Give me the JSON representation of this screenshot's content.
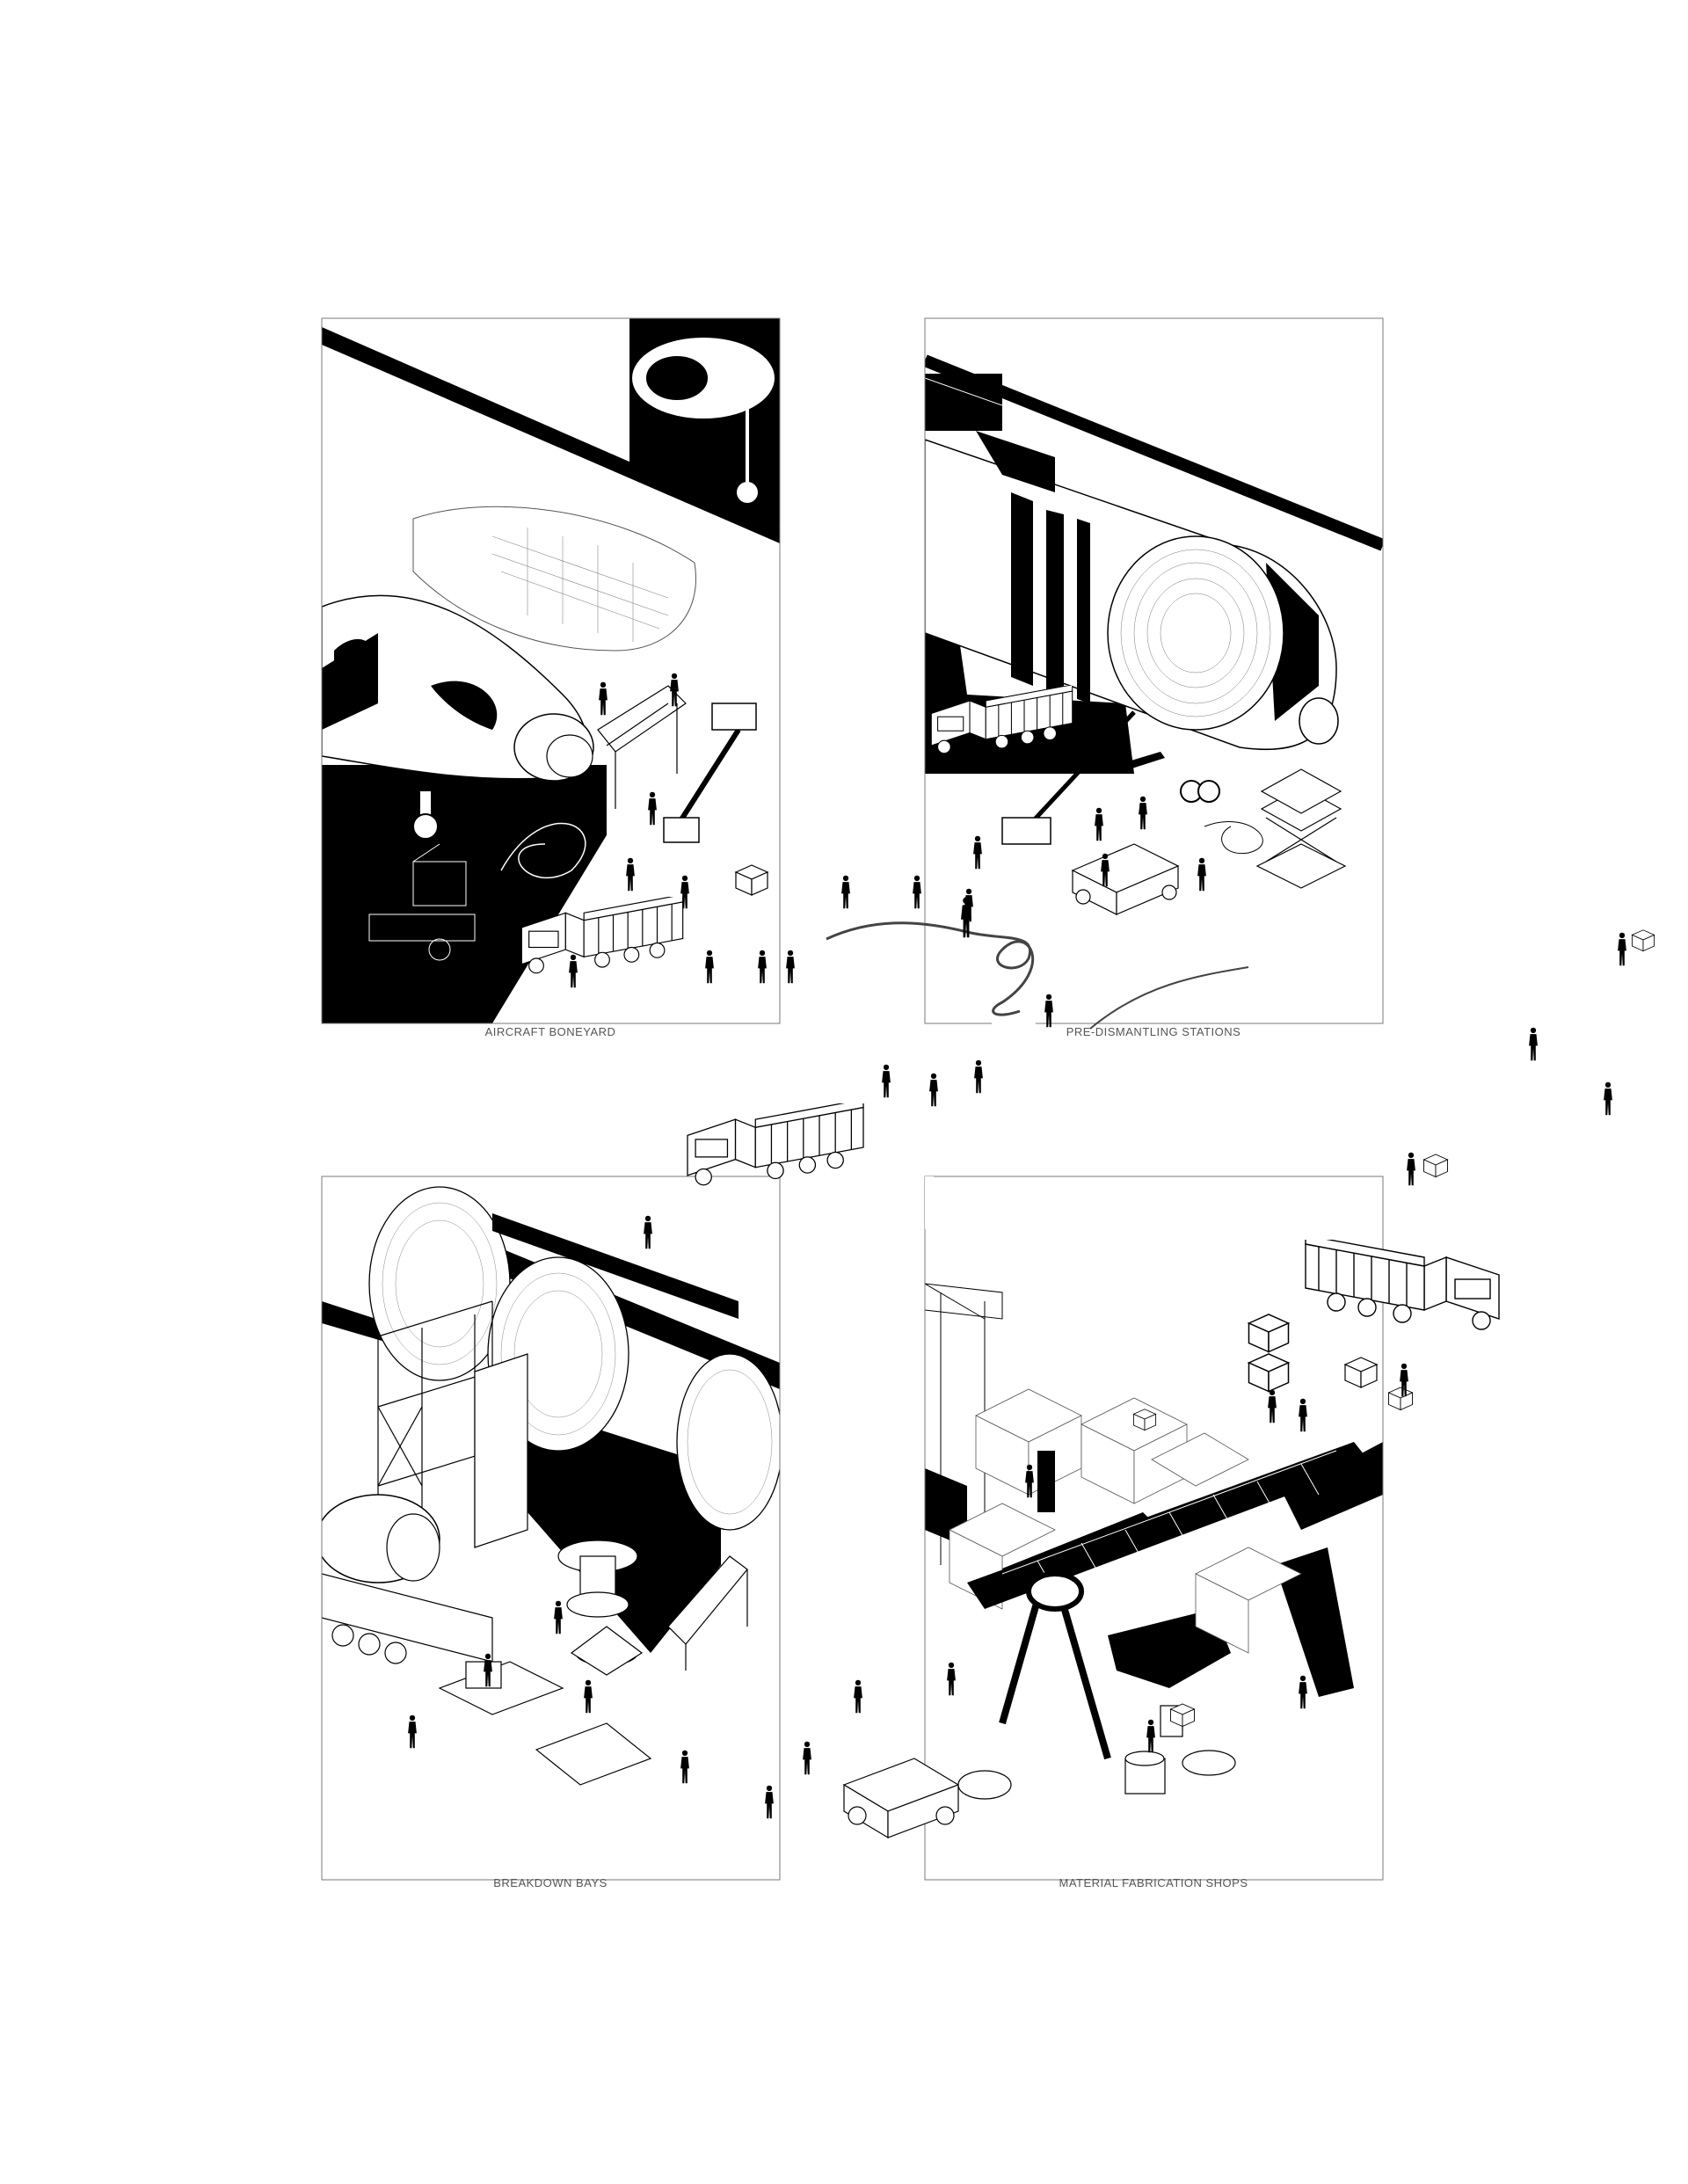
{
  "panels": [
    {
      "id": "aircraft-boneyard",
      "label": "AIRCRAFT BONEYARD"
    },
    {
      "id": "pre-dismantling-stations",
      "label": "PRE-DISMANTLING STATIONS"
    },
    {
      "id": "breakdown-bays",
      "label": "BREAKDOWN BAYS"
    },
    {
      "id": "material-fabrication-shops",
      "label": "MATERIAL FABRICATION SHOPS"
    }
  ],
  "colors": {
    "ink": "#000000",
    "paper": "#ffffff",
    "line": "#7a7a7a",
    "label": "#555555"
  },
  "icons": [
    "person-silhouette-icon",
    "dump-truck-icon",
    "crate-icon",
    "gantry-crane-icon",
    "scissor-lift-icon",
    "aircraft-fuselage-icon",
    "turbine-engine-icon",
    "cable-hose-icon"
  ]
}
